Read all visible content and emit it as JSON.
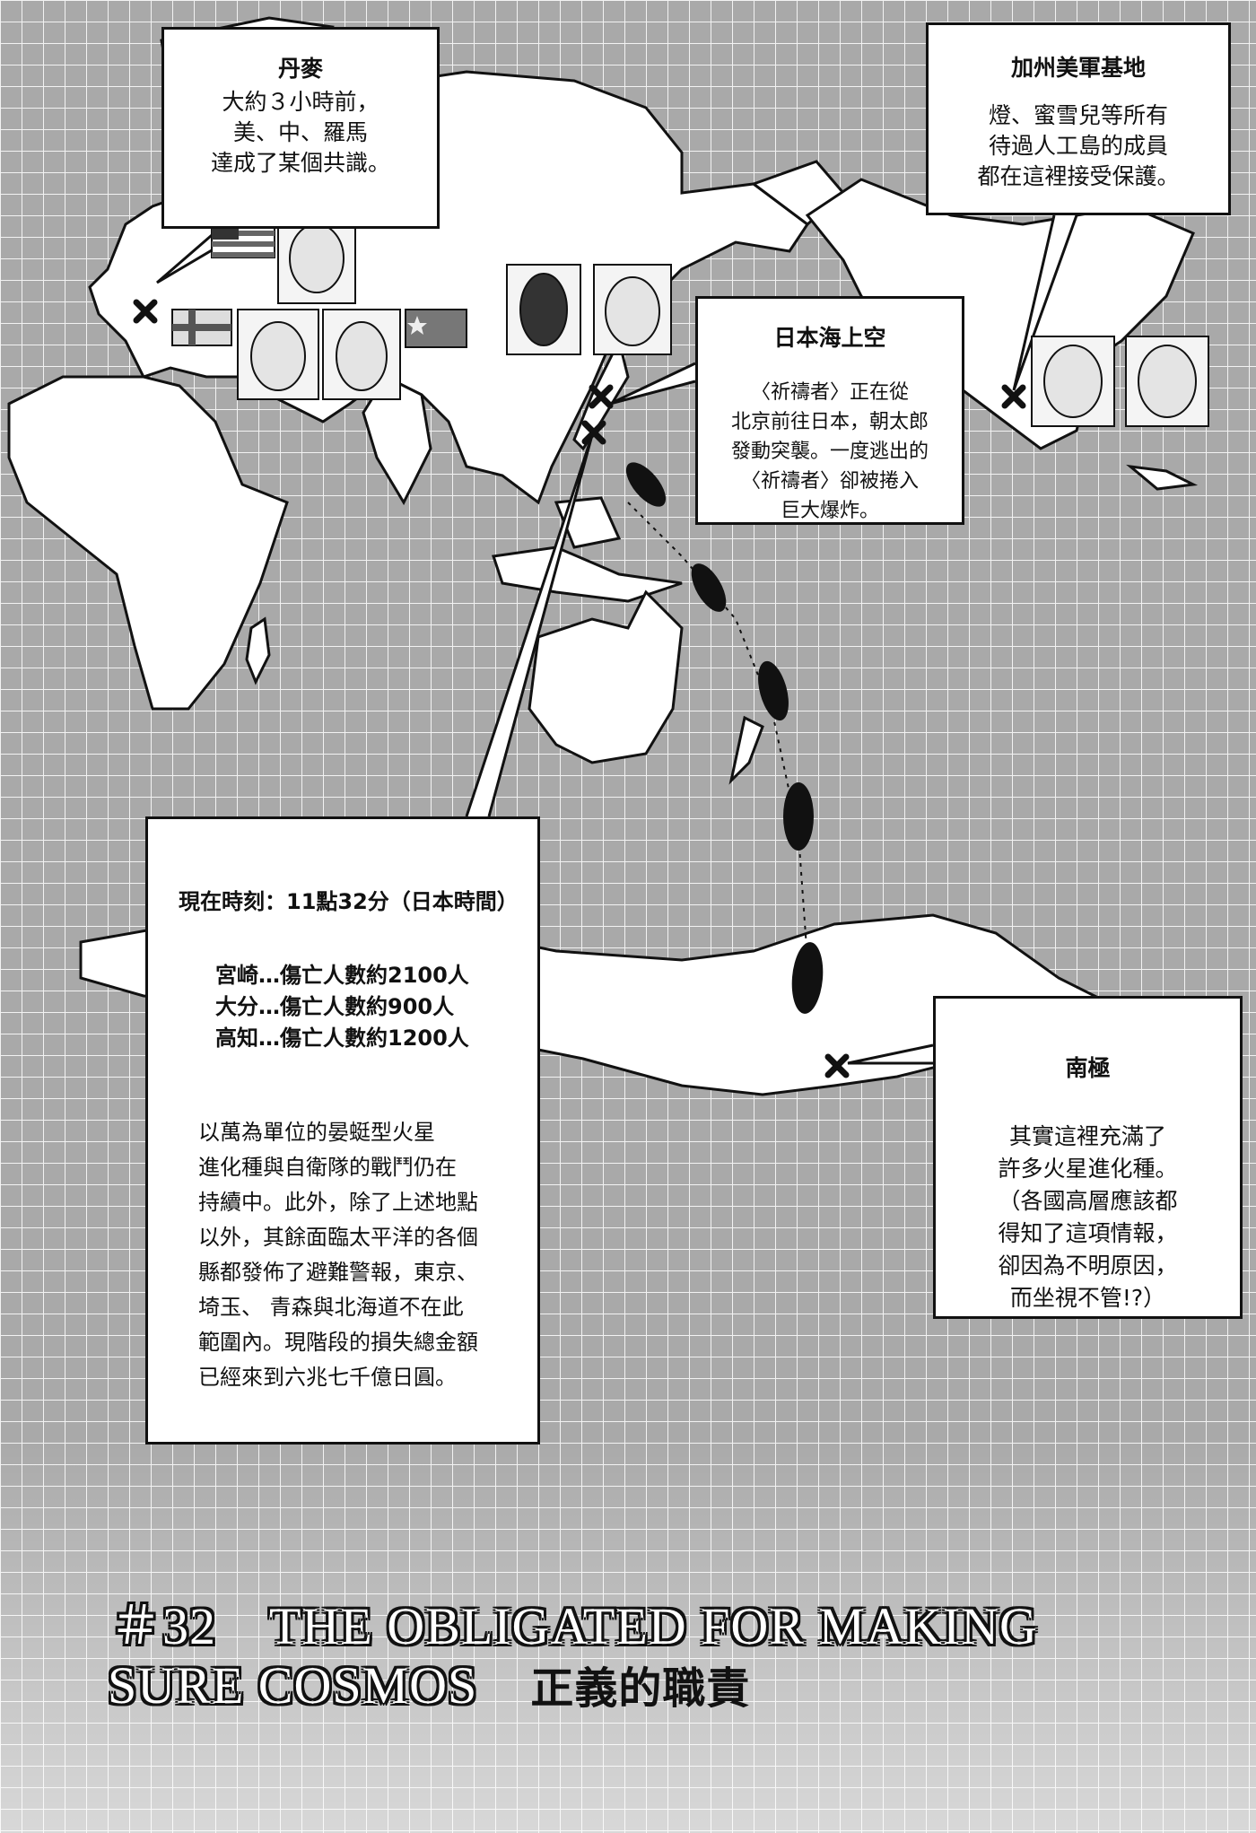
{
  "captions": {
    "denmark": {
      "title": "丹麥",
      "lines": [
        "大約３小時前，",
        "美、中、羅馬",
        "達成了某個共識。"
      ]
    },
    "california": {
      "title": "加州美軍基地",
      "lines": [
        "燈、蜜雪兒等所有",
        "待過人工島的成員",
        "都在這裡接受保護。"
      ]
    },
    "japan_sea": {
      "title": "日本海上空",
      "lines": [
        "〈祈禱者〉正在從",
        "北京前往日本，朝太郎",
        "發動突襲。一度逃出的",
        "〈祈禱者〉卻被捲入",
        "巨大爆炸。"
      ]
    },
    "status": {
      "time": "現在時刻：11點32分（日本時間）",
      "stats": [
        "宮崎…傷亡人數約2100人",
        "大分…傷亡人數約900人",
        "高知…傷亡人數約1200人"
      ],
      "body": [
        "以萬為單位的晏蜓型火星",
        "進化種與自衛隊的戰鬥仍在",
        "持續中。此外，除了上述地點",
        "以外，其餘面臨太平洋的各個",
        "縣都發佈了避難警報，東京、",
        "埼玉、 青森與北海道不在此",
        "範圍內。現階段的損失總金額",
        "已經來到六兆七千億日圓。"
      ]
    },
    "antarctica": {
      "title": "南極",
      "lines": [
        "其實這裡充滿了",
        "許多火星進化種。",
        "（各國高層應該都",
        "得知了這項情報，",
        "卻因為不明原因，",
        "而坐視不管!?）"
      ]
    }
  },
  "chapter": {
    "number_en": "＃32　THE OBLIGATED FOR MAKING",
    "line2_en": "SURE COSMOS　",
    "title_jp": "正義的職責"
  },
  "colors": {
    "sea": "#b8b8b8",
    "grid": "#ffffff",
    "land": "#ffffff",
    "ink": "#111111"
  },
  "icons": {
    "location_marker": "x-mark-icon",
    "insect": "cockroach-icon",
    "flag_usa": "usa-flag-icon",
    "flag_china": "china-flag-icon",
    "flag_denmark": "denmark-flag-icon"
  }
}
